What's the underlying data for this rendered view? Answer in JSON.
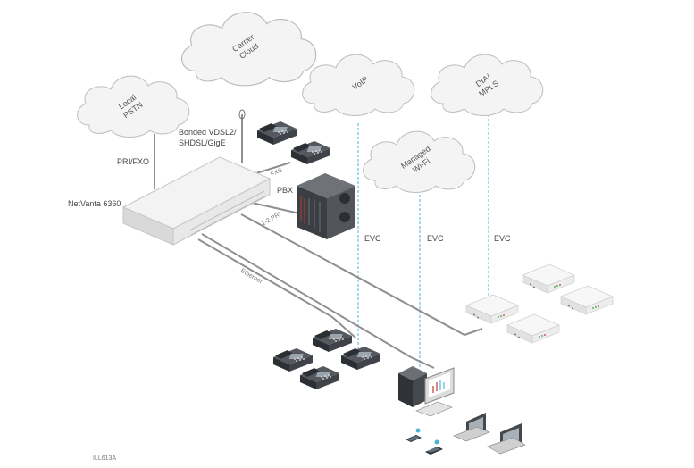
{
  "clouds": {
    "local_pstn": {
      "line1": "Local",
      "line2": "PSTN"
    },
    "carrier_cloud": {
      "line1": "Carrier",
      "line2": "Cloud"
    },
    "voip": {
      "line1": "VoIP"
    },
    "dia_mpls": {
      "line1": "DIA/",
      "line2": "MPLS"
    },
    "managed_wifi": {
      "line1": "Managed",
      "line2": "Wi-Fi"
    }
  },
  "labels": {
    "pri_fxo": "PRI/FXO",
    "bonded_line1": "Bonded VDSL2/",
    "bonded_line2": "SHDSL/GigE",
    "netvanta": "NetVanta 6360",
    "fxs": "FXS",
    "pbx": "PBX",
    "pri": "1-2 PRI",
    "ethernet": "Ethernet",
    "evc_1": "EVC",
    "evc_2": "EVC",
    "evc_3": "EVC",
    "figure_id": "ILL613A"
  },
  "colors": {
    "cloud_fill": "#f4f4f4",
    "cloud_stroke": "#bdbdbd",
    "device_light": "#f2f2f2",
    "device_shadow": "#d2d2d2",
    "link_gray": "#8a8a8a",
    "evc_dash": "#4fb3d9",
    "phone_dark": "#3a3d42"
  }
}
